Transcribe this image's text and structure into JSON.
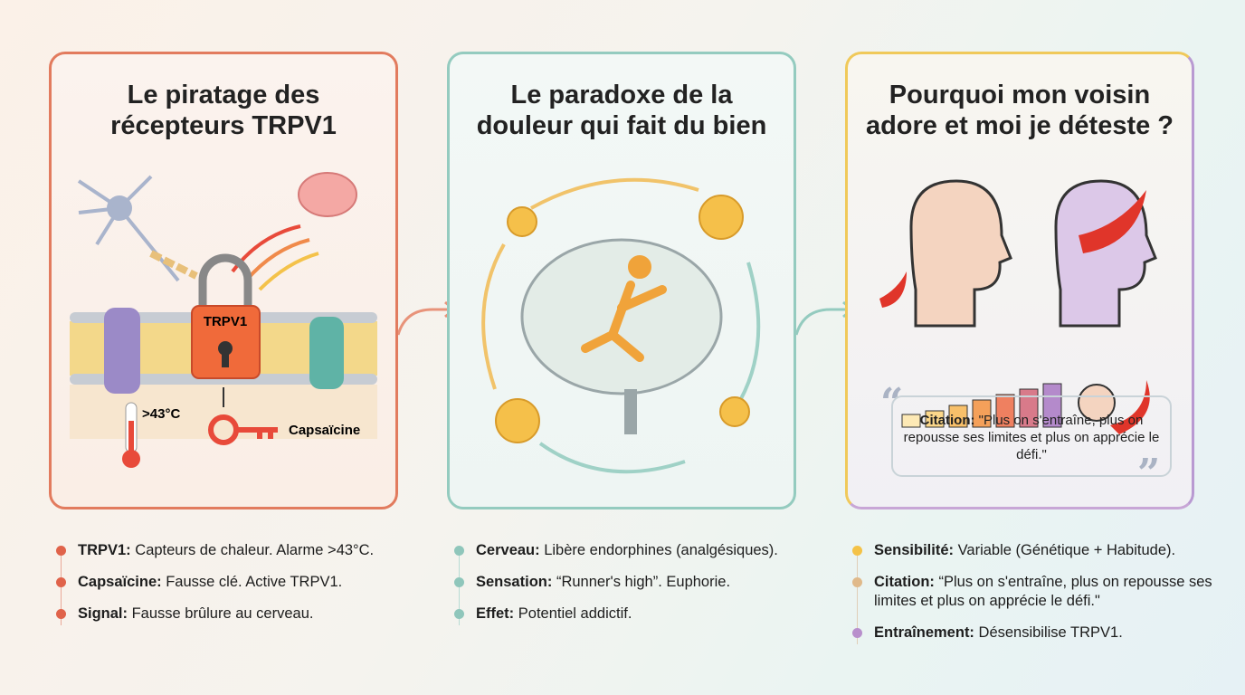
{
  "panels": [
    {
      "title": "Le piratage des\nrécepteurs TRPV1",
      "labels": {
        "lock": "TRPV1",
        "temp": ">43°C",
        "key": "Capsaïcine"
      }
    },
    {
      "title": "Le paradoxe de la\ndouleur qui fait du bien"
    },
    {
      "title": "Pourquoi mon voisin\nadore et moi je déteste ?",
      "quote": {
        "label": "Citation:",
        "text": "\"Plus on s'entraîne, plus on repousse ses limites et plus on apprécie le défi.\""
      }
    }
  ],
  "lists": [
    [
      {
        "term": "TRPV1:",
        "text": " Capteurs de chaleur. Alarme >43°C.",
        "color": "#e0634a"
      },
      {
        "term": "Capsaïcine:",
        "text": " Fausse clé. Active TRPV1.",
        "color": "#e0634a"
      },
      {
        "term": "Signal:",
        "text": " Fausse brûlure au cerveau.",
        "color": "#e0634a"
      }
    ],
    [
      {
        "term": "Cerveau:",
        "text": " Libère endorphines (analgésiques).",
        "color": "#8fc6bb"
      },
      {
        "term": "Sensation:",
        "text": " “Runner's high”. Euphorie.",
        "color": "#8fc6bb"
      },
      {
        "term": "Effet:",
        "text": " Potentiel addictif.",
        "color": "#8fc6bb"
      }
    ],
    [
      {
        "term": "Sensibilité:",
        "text": " Variable (Génétique + Habitude).",
        "color": "#f4c247"
      },
      {
        "term": "Citation:",
        "text": " “Plus on s'entraîne, plus on repousse ses limites et plus on apprécie le défi.\"",
        "color": "#e0b98a"
      },
      {
        "term": "Entraînement:",
        "text": " Désensibilise TRPV1.",
        "color": "#b88fcc"
      }
    ]
  ],
  "colors": {
    "panel1": "#e27b5e",
    "panel2": "#94cbbf",
    "panel3": "#f0c95a"
  }
}
